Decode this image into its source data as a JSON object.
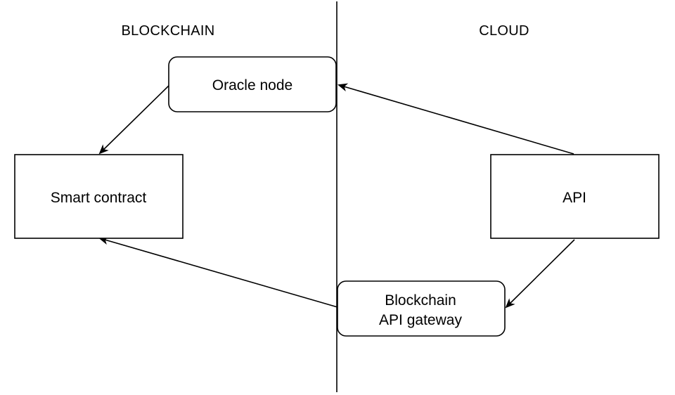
{
  "headers": {
    "left": "BLOCKCHAIN",
    "right": "CLOUD"
  },
  "nodes": {
    "oracle_node": "Oracle node",
    "smart_contract": "Smart contract",
    "api": "API",
    "gateway_line1": "Blockchain",
    "gateway_line2": "API gateway"
  },
  "colors": {
    "stroke": "#000000",
    "fill": "#ffffff"
  }
}
